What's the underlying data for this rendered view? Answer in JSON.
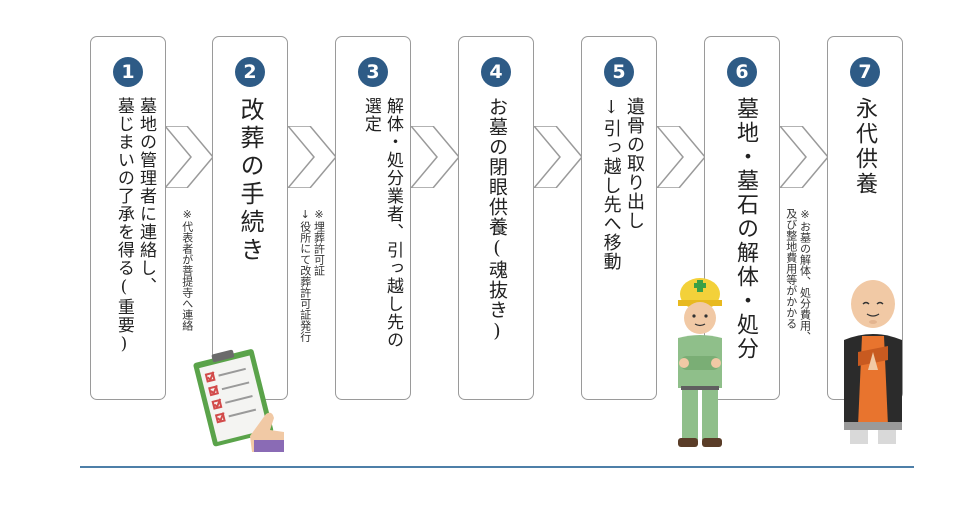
{
  "steps": [
    {
      "number": "1",
      "lines": [
        "墓地の管理者に連絡し、",
        "墓じまいの了承を得る(重要)"
      ]
    },
    {
      "number": "2",
      "lines": [
        "改葬の手続き"
      ]
    },
    {
      "number": "3",
      "lines": [
        "解体・処分業者、引っ越し先の",
        "選定"
      ]
    },
    {
      "number": "4",
      "lines": [
        "お墓の閉眼供養(魂抜き)"
      ]
    },
    {
      "number": "5",
      "lines": [
        "遺骨の取り出し",
        "↓引っ越し先へ移動"
      ]
    },
    {
      "number": "6",
      "lines": [
        "墓地・墓石の解体・処分"
      ]
    },
    {
      "number": "7",
      "lines": [
        "永代供養"
      ]
    }
  ],
  "notes": [
    {
      "lines": [
        "※代表者が菩提寺へ連絡"
      ]
    },
    {
      "lines": [
        "※埋葬許可証",
        "↓役所にて改葬許可証発行"
      ]
    },
    {
      "lines": [
        "※お墓の解体、処分費用、",
        "及び整地費用等がかかる"
      ]
    }
  ],
  "colors": {
    "badge": "#2e5b86",
    "rule": "#4d7fa8",
    "border": "#9a9a9a"
  }
}
